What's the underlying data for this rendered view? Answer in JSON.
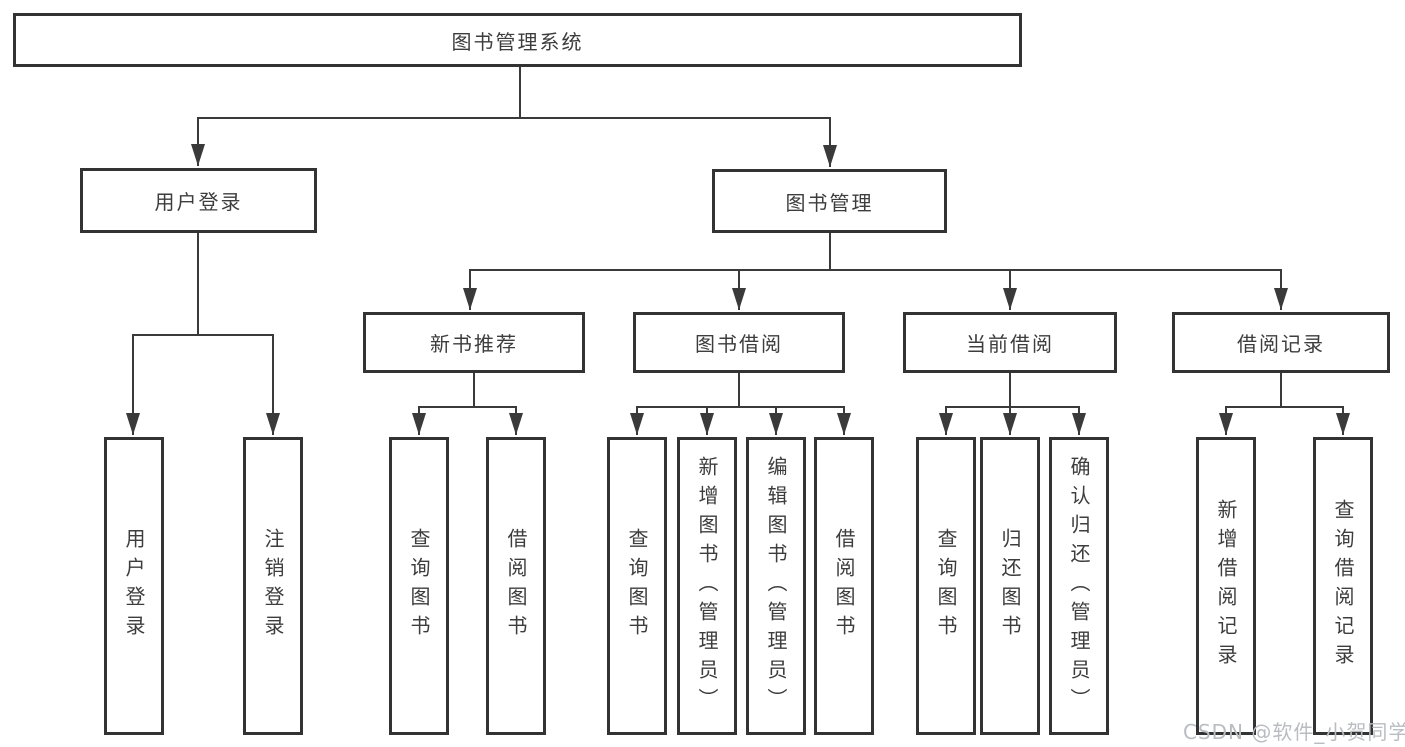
{
  "diagram": {
    "type": "hierarchy-tree",
    "line_color": "#3a3a3a",
    "border_color": "#333333",
    "text_color": "#3d3d3d",
    "background_color": "#ffffff"
  },
  "nodes": {
    "root": {
      "label": "图书管理系统"
    },
    "level2": [
      {
        "label": "用户登录",
        "parent": "图书管理系统"
      },
      {
        "label": "图书管理",
        "parent": "图书管理系统"
      }
    ],
    "level3": [
      {
        "label": "新书推荐",
        "parent": "图书管理"
      },
      {
        "label": "图书借阅",
        "parent": "图书管理"
      },
      {
        "label": "当前借阅",
        "parent": "图书管理"
      },
      {
        "label": "借阅记录",
        "parent": "图书管理"
      }
    ],
    "leaves": [
      {
        "label": "用户登录",
        "parent": "用户登录"
      },
      {
        "label": "注销登录",
        "parent": "用户登录"
      },
      {
        "label": "查询图书",
        "parent": "新书推荐"
      },
      {
        "label": "借阅图书",
        "parent": "新书推荐"
      },
      {
        "label": "查询图书",
        "parent": "图书借阅"
      },
      {
        "label": "新增图书（管理员）",
        "parent": "图书借阅"
      },
      {
        "label": "编辑图书（管理员）",
        "parent": "图书借阅"
      },
      {
        "label": "借阅图书",
        "parent": "图书借阅"
      },
      {
        "label": "查询图书",
        "parent": "当前借阅"
      },
      {
        "label": "归还图书",
        "parent": "当前借阅"
      },
      {
        "label": "确认归还（管理员）",
        "parent": "当前借阅"
      },
      {
        "label": "新增借阅记录",
        "parent": "借阅记录"
      },
      {
        "label": "查询借阅记录",
        "parent": "借阅记录"
      }
    ]
  },
  "watermark": {
    "text": "CSDN @软件_小贺同学",
    "color": "#b9bdc1"
  }
}
